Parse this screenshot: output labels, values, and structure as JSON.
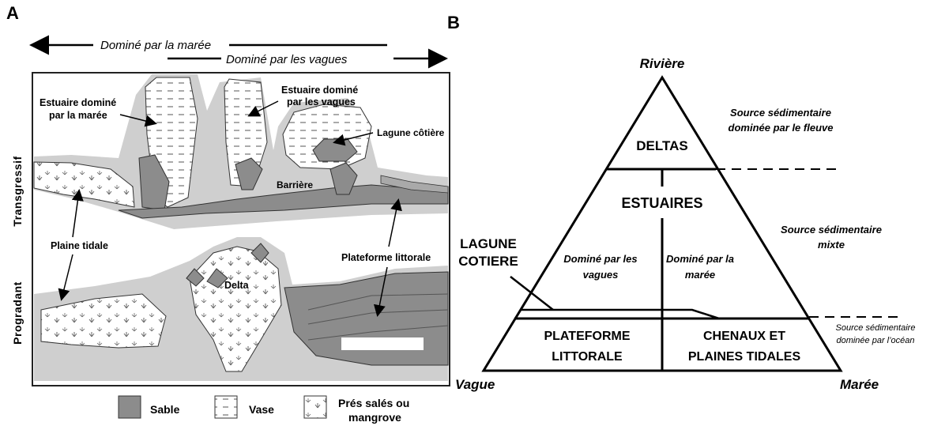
{
  "panel_a": {
    "letter": "A",
    "arrow_tide": "Dominé par la marée",
    "arrow_wave": "Dominé par les vagues",
    "row_transgressif": "Transgressif",
    "row_progradant": "Progradant",
    "labels": {
      "estuaire_maree_1": "Estuaire dominé",
      "estuaire_maree_2": "par la marée",
      "estuaire_vagues_1": "Estuaire dominé",
      "estuaire_vagues_2": "par les vagues",
      "lagune": "Lagune côtière",
      "barriere": "Barrière",
      "plaine_tidale": "Plaine tidale",
      "plateforme": "Plateforme littorale",
      "delta": "Delta"
    },
    "legend": {
      "sable": "Sable",
      "vase": "Vase",
      "pres_1": "Prés salés ou",
      "pres_2": "mangrove"
    }
  },
  "panel_b": {
    "letter": "B",
    "apex": "Rivière",
    "left_corner": "Vague",
    "right_corner": "Marée",
    "deltas": "DELTAS",
    "estuaires": "ESTUAIRES",
    "estuaire_vagues_1": "Dominé par les",
    "estuaire_vagues_2": "vagues",
    "estuaire_maree_1": "Dominé par la",
    "estuaire_maree_2": "marée",
    "lagune_1": "LAGUNE",
    "lagune_2": "COTIERE",
    "plateforme_1": "PLATEFORME",
    "plateforme_2": "LITTORALE",
    "chenaux_1": "CHENAUX ET",
    "chenaux_2": "PLAINES TIDALES",
    "source_fleuve_1": "Source sédimentaire",
    "source_fleuve_2": "dominée par le fleuve",
    "source_mixte_1": "Source sédimentaire",
    "source_mixte_2": "mixte",
    "source_ocean_1": "Source sédimentaire",
    "source_ocean_2": "dominée par l’océan"
  }
}
